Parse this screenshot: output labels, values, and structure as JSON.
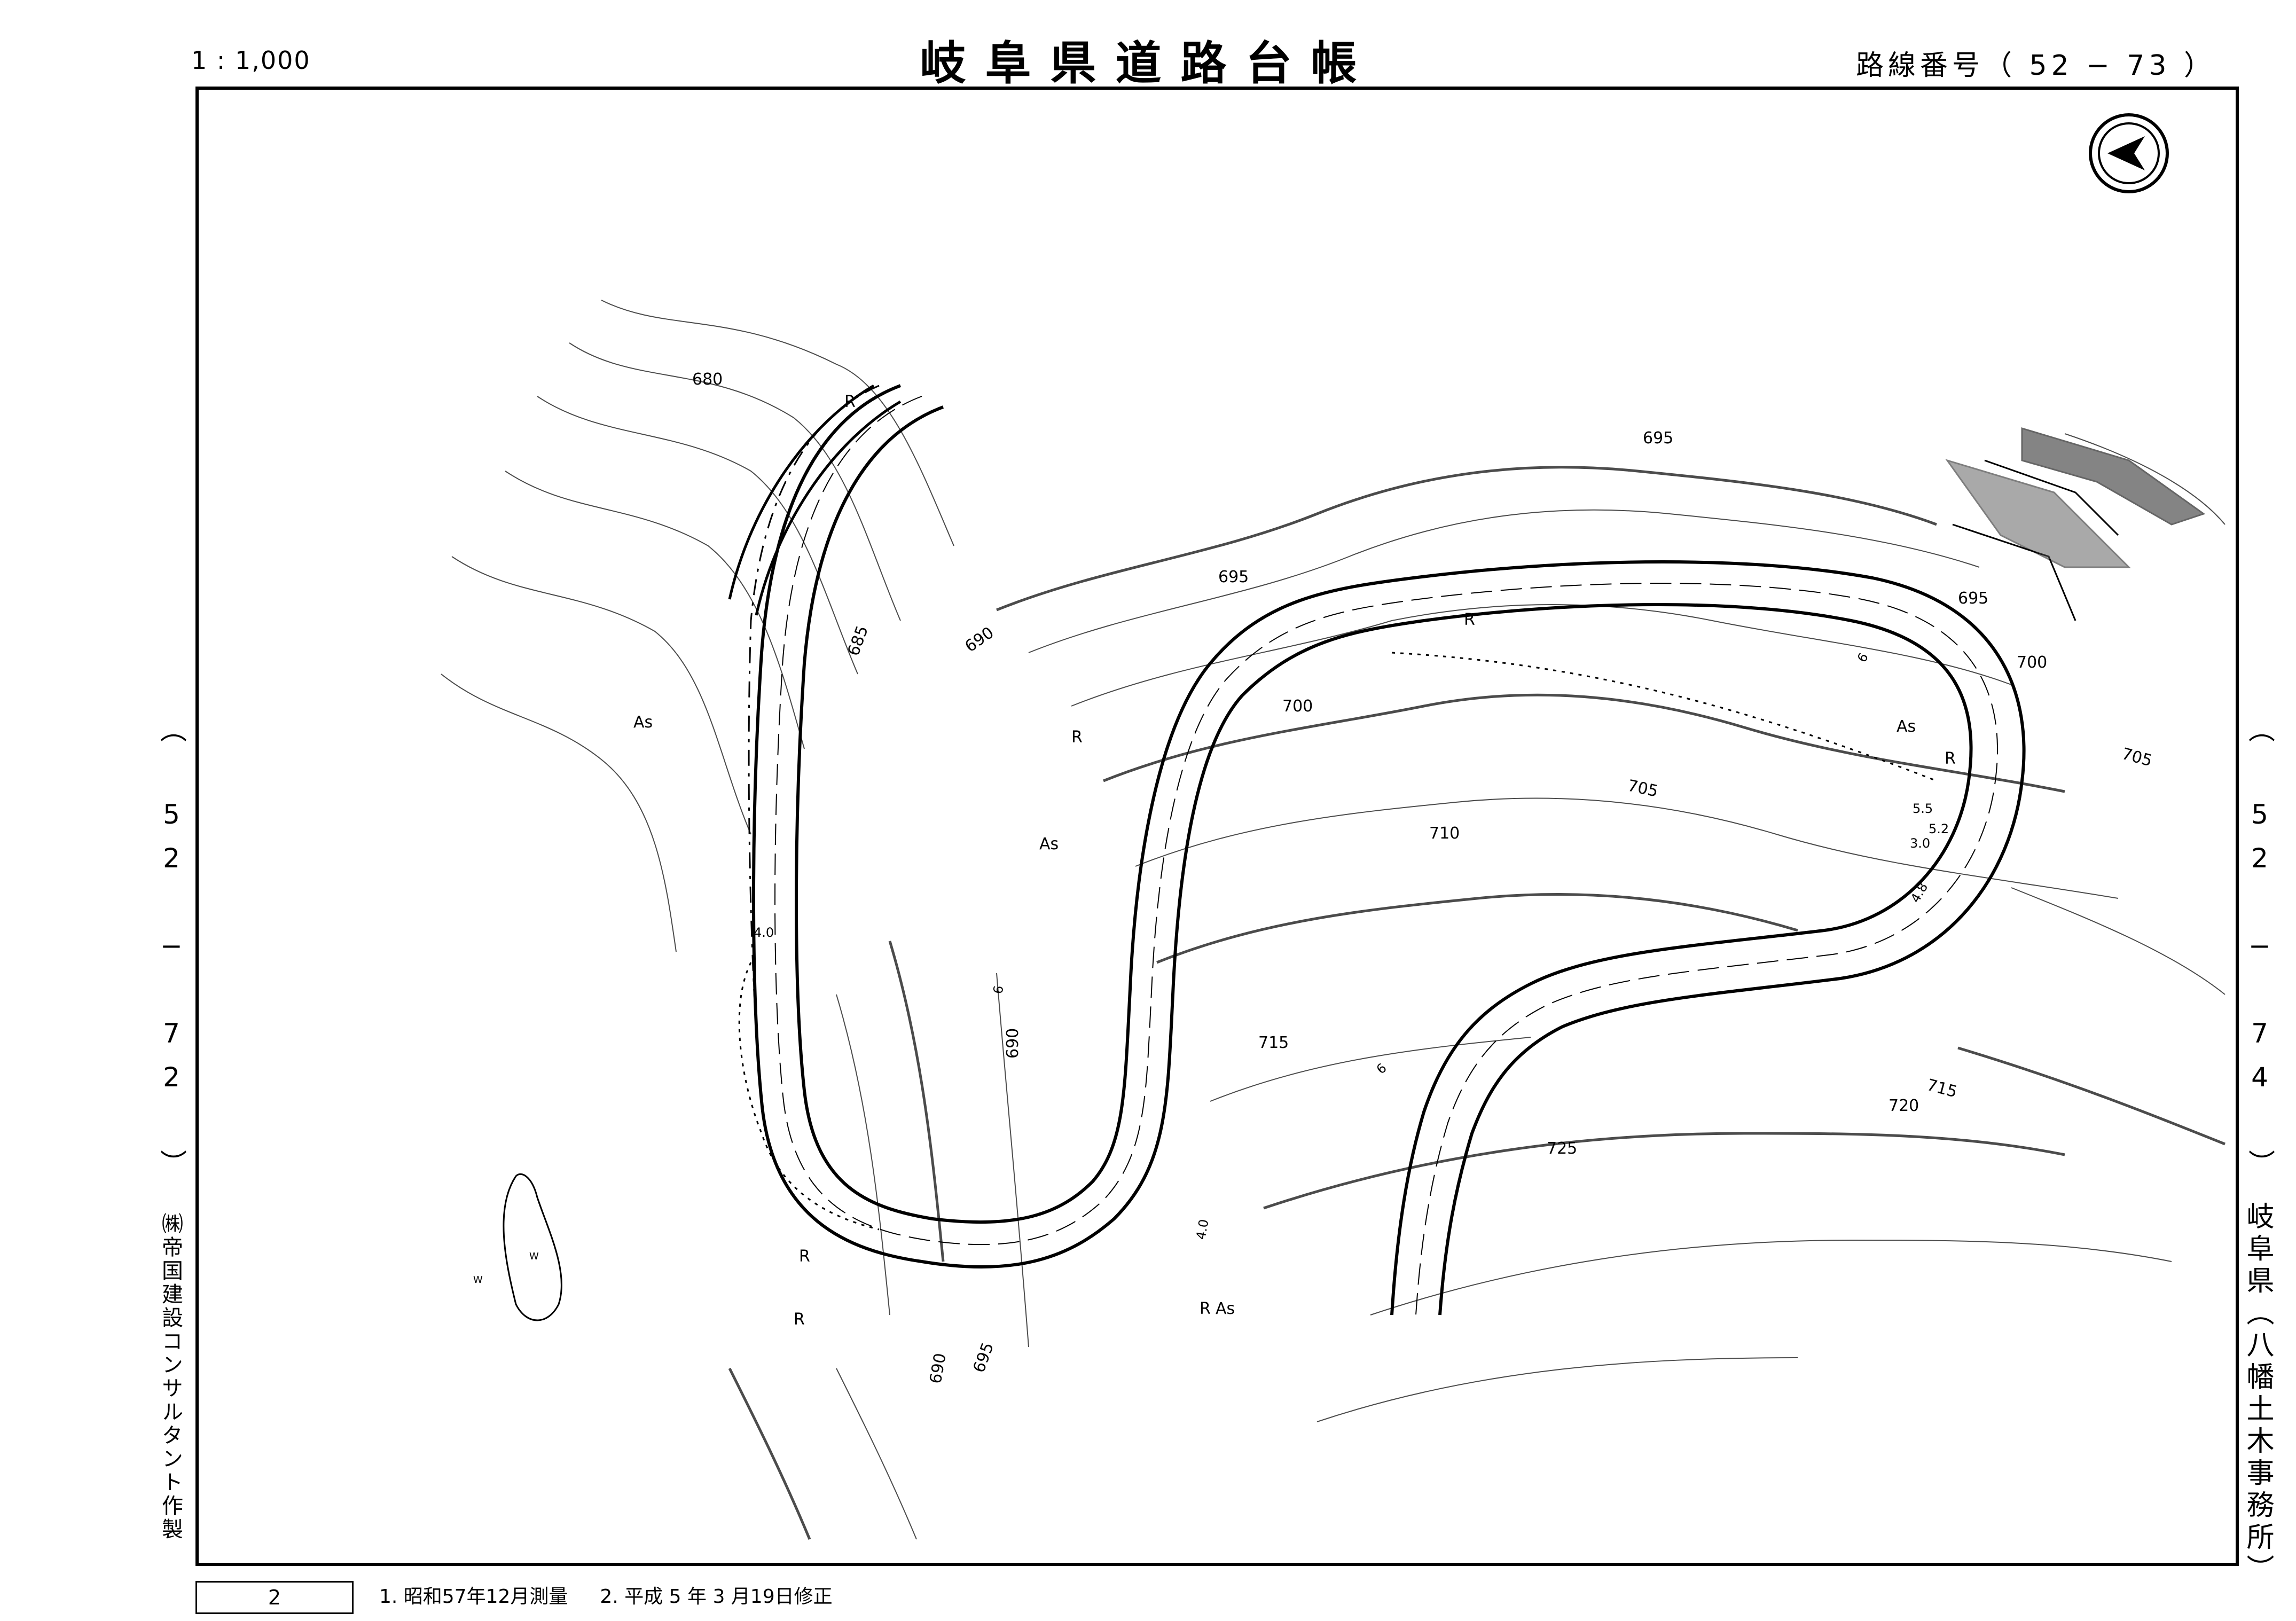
{
  "header": {
    "scale": "1 : 1,000",
    "title": "岐阜県道路台帳",
    "route_number": "路線番号（ 52 − 73 ）"
  },
  "sheet_refs": {
    "left": "（ 52 − 72 ）",
    "right": "（ 52 − 74 ）"
  },
  "side_text": {
    "maker": "㈱帝国建設コンサルタント作製",
    "office": "岐阜県（八幡土木事務所）"
  },
  "footer": {
    "page_number": "2",
    "notes": [
      "1. 昭和57年12月測量",
      "2. 平成 5 年 3 月19日修正"
    ]
  },
  "map": {
    "north_arrow": "north-arrow-icon",
    "contour_labels": [
      {
        "id": "c680",
        "text": "680"
      },
      {
        "id": "c685",
        "text": "685"
      },
      {
        "id": "c690a",
        "text": "690"
      },
      {
        "id": "c690b",
        "text": "690"
      },
      {
        "id": "c690c",
        "text": "690"
      },
      {
        "id": "c695a",
        "text": "695"
      },
      {
        "id": "c695b",
        "text": "695"
      },
      {
        "id": "c695c",
        "text": "695"
      },
      {
        "id": "c695d",
        "text": "695"
      },
      {
        "id": "c700a",
        "text": "700"
      },
      {
        "id": "c700b",
        "text": "700"
      },
      {
        "id": "c705a",
        "text": "705"
      },
      {
        "id": "c705b",
        "text": "705"
      },
      {
        "id": "c710",
        "text": "710"
      },
      {
        "id": "c715a",
        "text": "715"
      },
      {
        "id": "c715b",
        "text": "715"
      },
      {
        "id": "c720",
        "text": "720"
      },
      {
        "id": "c725",
        "text": "725"
      }
    ],
    "road_labels": [
      {
        "id": "as1",
        "text": "As"
      },
      {
        "id": "as2",
        "text": "As"
      },
      {
        "id": "as3",
        "text": "As"
      },
      {
        "id": "as4",
        "text": "As"
      },
      {
        "id": "r1",
        "text": "R"
      },
      {
        "id": "r2",
        "text": "R"
      },
      {
        "id": "r3",
        "text": "R"
      },
      {
        "id": "r4",
        "text": "R"
      },
      {
        "id": "r5",
        "text": "R"
      },
      {
        "id": "r6",
        "text": "R"
      },
      {
        "id": "r7",
        "text": "R"
      }
    ],
    "width_labels": [
      {
        "id": "w40a",
        "text": "4.0"
      },
      {
        "id": "w40b",
        "text": "4.0"
      },
      {
        "id": "w48",
        "text": "4.8"
      },
      {
        "id": "w5a",
        "text": "5.5"
      },
      {
        "id": "w52",
        "text": "5.2"
      },
      {
        "id": "w30",
        "text": "3.0"
      },
      {
        "id": "w6a",
        "text": "6"
      },
      {
        "id": "w6b",
        "text": "6"
      },
      {
        "id": "w6c",
        "text": "6"
      }
    ],
    "water_labels": [
      {
        "id": "wa",
        "text": "W"
      },
      {
        "id": "wb",
        "text": "W"
      }
    ]
  }
}
